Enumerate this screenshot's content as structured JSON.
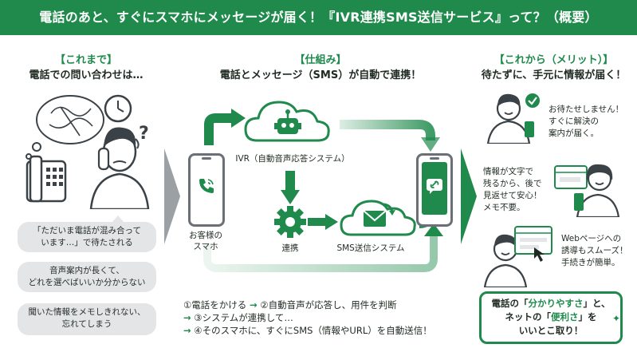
{
  "banner": {
    "title": "電話のあと、すぐにスマホにメッセージが届く！『IVR連携SMS送信サービス』って？（概要）"
  },
  "left": {
    "heading": "【これまで】",
    "subheading": "電話での問い合わせは…",
    "bubbles": [
      {
        "line1": "「ただいま電話が混み合って",
        "line2": "います…」で待たされる"
      },
      {
        "line1": "音声案内が長くて、",
        "line2": "どれを選べばいいか分からない"
      },
      {
        "line1": "聞いた情報をメモしきれない、",
        "line2": "忘れてしまう"
      }
    ]
  },
  "middle": {
    "heading": "【仕組み】",
    "subheading": "電話とメッセージ（SMS）が自動で連携！",
    "ivr_label": "IVR（自動音声応答システム）",
    "phone_label_1": "お客様の",
    "phone_label_2": "スマホ",
    "gear_label": "連携",
    "sms_label": "SMS送信システム",
    "steps": {
      "s1": "①電話をかける",
      "s2": "②自動音声が応答し、用件を判断",
      "s3": "③システムが連携して…",
      "s4": "④そのスマホに、すぐにSMS（情報やURL）を自動送信！",
      "arrow": "→"
    }
  },
  "right": {
    "heading": "【これから（メリット）】",
    "subheading": "待たずに、手元に情報が届く！",
    "merits": [
      {
        "lines": [
          "お待たせしません！",
          "すぐに解決の",
          "案内が届く。"
        ]
      },
      {
        "lines": [
          "情報が文字で",
          "残るから、後で",
          "見返せて安心！",
          "メモ不要。"
        ]
      },
      {
        "lines": [
          "Webページへの",
          "誘導もスムーズ！",
          "手続きが簡単。"
        ]
      }
    ],
    "summary": {
      "l1a": "電話の「",
      "l1b": "分かりやすさ",
      "l1c": "」と、",
      "l2a": "ネットの「",
      "l2b": "便利さ",
      "l2c": "」を",
      "l3": "いいとこ取り！"
    }
  },
  "colors": {
    "green": "#1f8a4c",
    "gray_bubble": "#e3e5e6",
    "dark_text": "#1f2a22"
  }
}
